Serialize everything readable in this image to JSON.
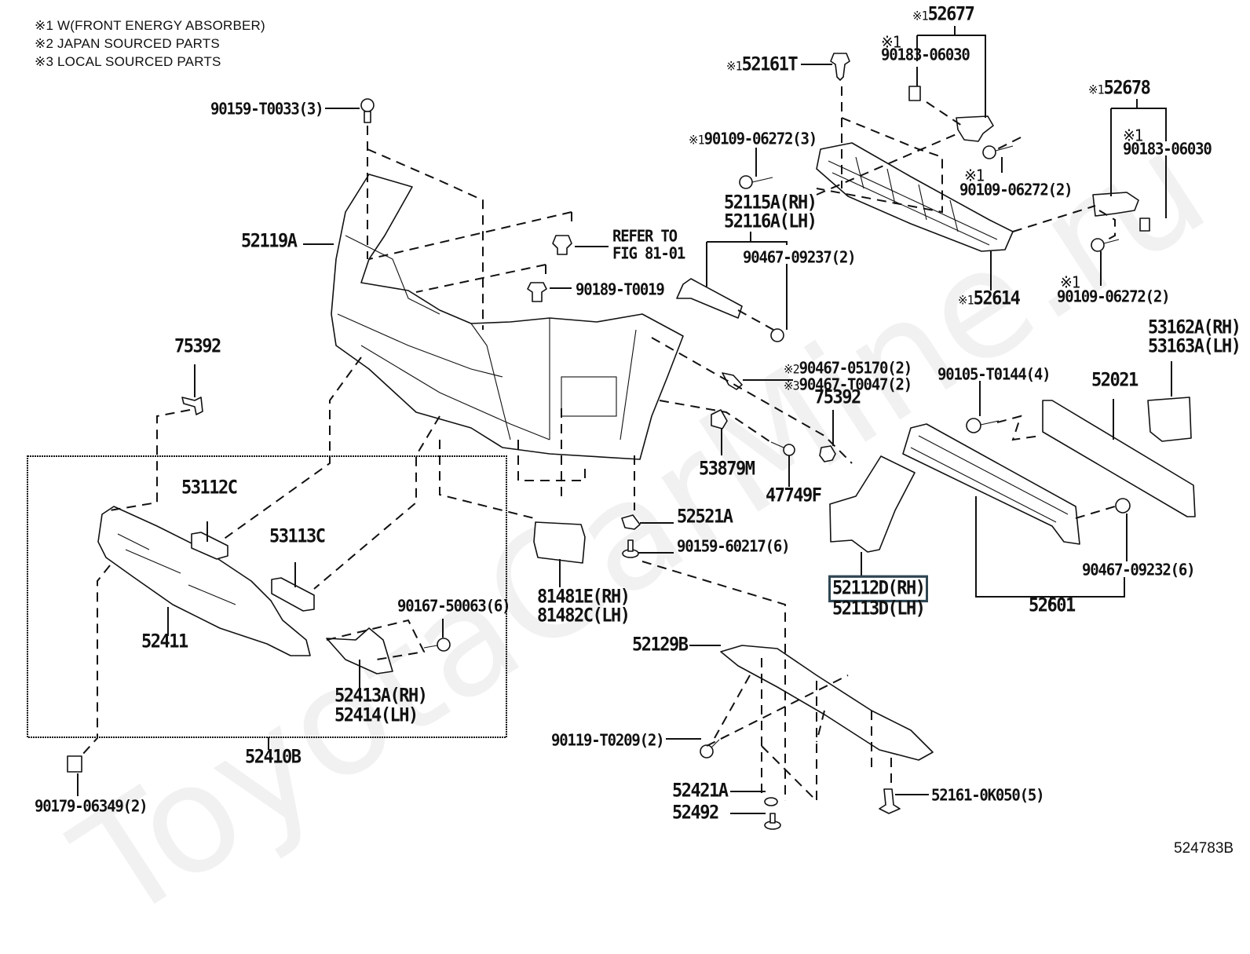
{
  "notes": [
    "※1 W(FRONT ENERGY ABSORBER)",
    "※2 JAPAN SOURCED PARTS",
    "※3 LOCAL SOURCED PARTS"
  ],
  "watermark": "ToyotaCarMine.ru",
  "figure_code": "524783B",
  "highlight_color": "#2f4653",
  "labels": {
    "p90159_t0033": "90159-T0033(3)",
    "p52119a": "52119A",
    "p75392_left": "75392",
    "p53112c": "53112C",
    "p53113c": "53113C",
    "p52411": "52411",
    "p90167_50063": "90167-50063(6)",
    "p52413a_rh": "52413A(RH)",
    "p52414_lh": "52414(LH)",
    "p52410b": "52410B",
    "p90179_06349": "90179-06349(2)",
    "refer_to": "REFER TO",
    "fig_81_01": "FIG 81-01",
    "p90189_t0019": "90189-T0019",
    "p52161t_mark": "※1",
    "p52161t": "52161T",
    "p52677_mark": "※1",
    "p52677": "52677",
    "p90183_a_mark": "※1",
    "p90183_a": "90183-06030",
    "p90109_3_mark": "※1",
    "p90109_3": "90109-06272(3)",
    "p90109_2a_mark": "※1",
    "p90109_2a": "90109-06272(2)",
    "p52678_mark": "※1",
    "p52678": "52678",
    "p90183_b_mark": "※1",
    "p90183_b": "90183-06030",
    "p52614_mark": "※1",
    "p52614": "52614",
    "p90109_2b_mark": "※1",
    "p90109_2b": "90109-06272(2)",
    "p52115a_rh": "52115A(RH)",
    "p52116a_lh": "52116A(LH)",
    "p90467_09237": "90467-09237(2)",
    "p90467_05170_mark": "※2",
    "p90467_05170": "90467-05170(2)",
    "p90467_t0047_mark": "※3",
    "p90467_t0047": "90467-T0047(2)",
    "p75392_right": "75392",
    "p53879m": "53879M",
    "p47749f": "47749F",
    "p52521a": "52521A",
    "p90159_60217": "90159-60217(6)",
    "p81481e_rh": "81481E(RH)",
    "p81482c_lh": "81482C(LH)",
    "p52112d_rh": "52112D(RH)",
    "p52113d_lh": "52113D(LH)",
    "p90105_t0144": "90105-T0144(4)",
    "p52021": "52021",
    "p53162a_rh": "53162A(RH)",
    "p53163a_lh": "53163A(LH)",
    "p90467_09232": "90467-09232(6)",
    "p52601": "52601",
    "p52129b": "52129B",
    "p90119_t0209": "90119-T0209(2)",
    "p52421a": "52421A",
    "p52492": "52492",
    "p52161_0k050": "52161-0K050(5)"
  }
}
